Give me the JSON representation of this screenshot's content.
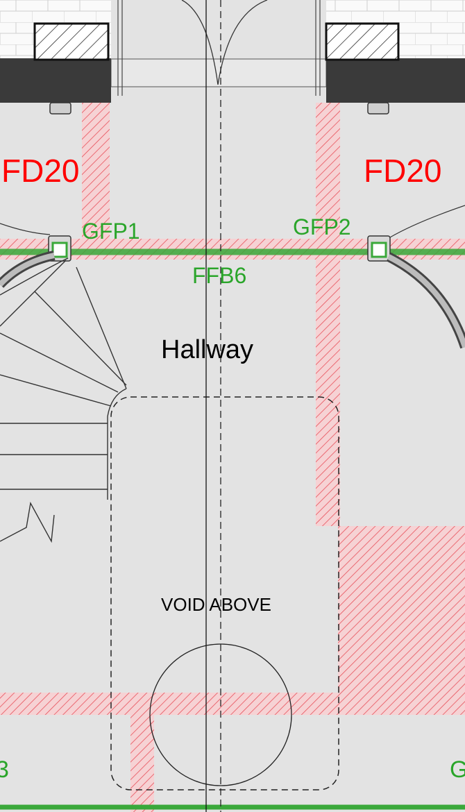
{
  "labels": {
    "door_left": "FD20",
    "door_right": "FD20",
    "point_left": "GFP1",
    "point_right": "GFP2",
    "barrier": "FFB6",
    "room": "Hallway",
    "void": "VOID ABOVE",
    "edge_left": "3",
    "edge_right": "G"
  },
  "colors": {
    "floor": "#e3e3e3",
    "wall": "#3a3a3a",
    "fire_hatch": "#e8505a",
    "fire_fill": "#f7c9cc",
    "green": "#3aa83a",
    "door_label": "#ff0000",
    "green_label": "#2aa52a",
    "text": "#000000",
    "line": "#222222"
  }
}
